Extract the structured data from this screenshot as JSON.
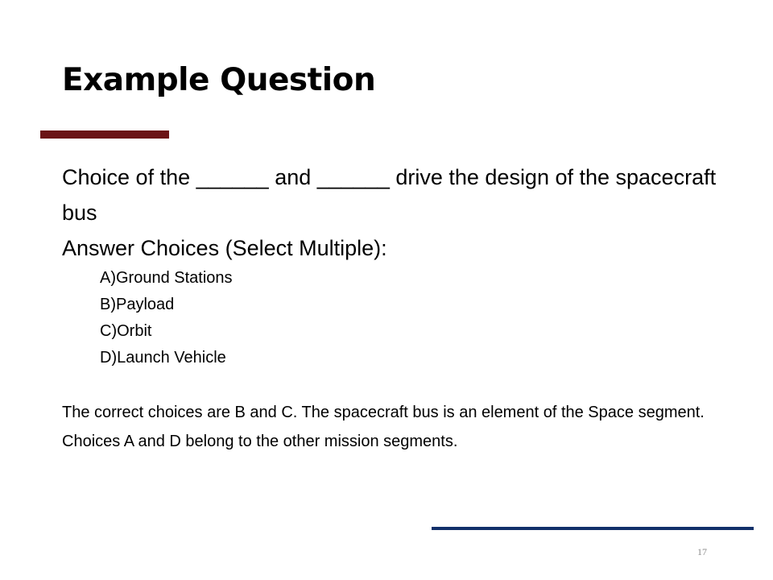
{
  "slide": {
    "title": "Example Question",
    "question": "Choice of the ______ and ______ drive the design of the spacecraft bus",
    "answer_heading": "Answer Choices (Select Multiple):",
    "choices": [
      "A)Ground Stations",
      "B)Payload",
      "C)Orbit",
      "D)Launch Vehicle"
    ],
    "explanation": "The correct choices are B and C. The spacecraft bus is an element of the Space segment. Choices A and D belong to the other mission segments.",
    "page_number": "17"
  },
  "colors": {
    "title_rule": "#6b1416",
    "footer_rule": "#12306a",
    "page_number": "#8c8c8c"
  }
}
